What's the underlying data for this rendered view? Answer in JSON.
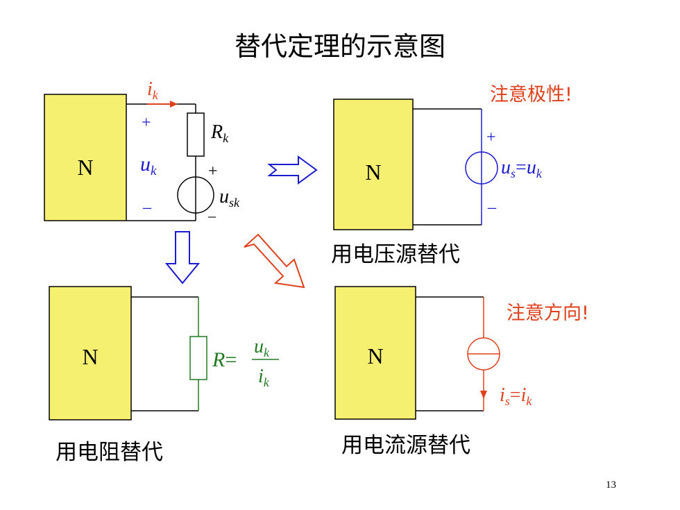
{
  "title": "替代定理的示意图",
  "page_number": "13",
  "colors": {
    "box_fill": "#f5f070",
    "blue": "#1a1ad0",
    "red": "#e0401c",
    "green": "#207a20",
    "black": "#000000"
  },
  "original": {
    "network_label": "N",
    "current_var": "i",
    "current_sub": "k",
    "plus": "+",
    "minus": "–",
    "voltage_var": "u",
    "voltage_sub": "k",
    "resistor_var": "R",
    "resistor_sub": "k",
    "source_var": "u",
    "source_sub": "sk"
  },
  "voltage_source_panel": {
    "network_label": "N",
    "note": "注意极性!",
    "plus": "+",
    "minus": "–",
    "eq_var1": "u",
    "eq_sub1": "s",
    "eq_sign": "=",
    "eq_var2": "u",
    "eq_sub2": "k",
    "caption": "用电压源替代"
  },
  "resistor_panel": {
    "network_label": "N",
    "r_label": "R",
    "eq_sign": "=",
    "num_var": "u",
    "num_sub": "k",
    "den_var": "i",
    "den_sub": "k",
    "caption": "用电阻替代"
  },
  "current_source_panel": {
    "network_label": "N",
    "note": "注意方向!",
    "eq_var1": "i",
    "eq_sub1": "s",
    "eq_sign": "=",
    "eq_var2": "i",
    "eq_sub2": "k",
    "caption": "用电流源替代"
  },
  "arrows": [
    {
      "direction": "right",
      "color": "blue"
    },
    {
      "direction": "down",
      "color": "blue"
    },
    {
      "direction": "down-right",
      "color": "red"
    }
  ]
}
